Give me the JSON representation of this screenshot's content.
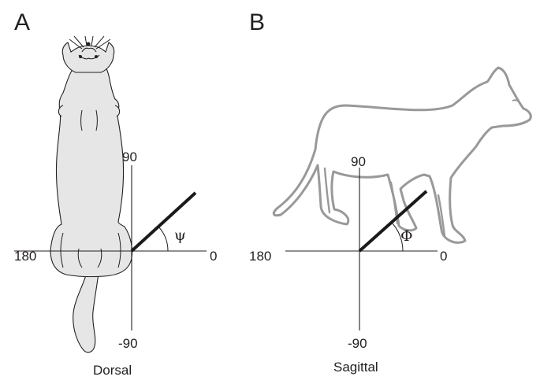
{
  "panels": [
    {
      "letter": "A",
      "caption": "Dorsal",
      "angle_symbol": "ψ",
      "ticks": {
        "top": "90",
        "left": "180",
        "right": "0",
        "bottom": "-90"
      }
    },
    {
      "letter": "B",
      "caption": "Sagittal",
      "angle_symbol": "Φ",
      "ticks": {
        "top": "90",
        "left": "180",
        "right": "0",
        "bottom": "-90"
      }
    }
  ],
  "colors": {
    "text": "#231f20",
    "cat_fill": "#e6e6e6",
    "cat_outline_side": "#999999",
    "vector": "#1a1a1a"
  }
}
